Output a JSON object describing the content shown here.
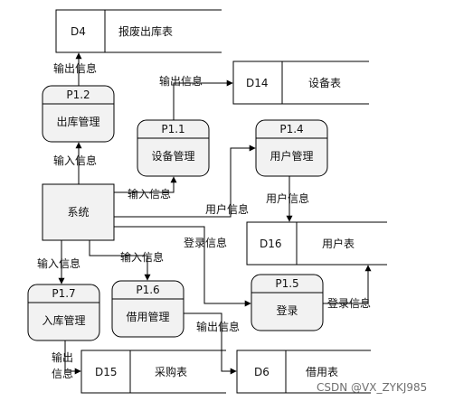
{
  "stores": [
    {
      "key": "d4",
      "id": "D4",
      "name": "报废出库表"
    },
    {
      "key": "d14",
      "id": "D14",
      "name": "设备表"
    },
    {
      "key": "d16",
      "id": "D16",
      "name": "用户表"
    },
    {
      "key": "d15",
      "id": "D15",
      "name": "采购表"
    },
    {
      "key": "d6",
      "id": "D6",
      "name": "借用表"
    }
  ],
  "processes": [
    {
      "key": "p12",
      "id": "P1.2",
      "name": "出库管理"
    },
    {
      "key": "p11",
      "id": "P1.1",
      "name": "设备管理"
    },
    {
      "key": "p14",
      "id": "P1.4",
      "name": "用户管理"
    },
    {
      "key": "p17",
      "id": "P1.7",
      "name": "入库管理"
    },
    {
      "key": "p16",
      "id": "P1.6",
      "name": "借用管理"
    },
    {
      "key": "p15",
      "id": "P1.5",
      "name": "登录"
    }
  ],
  "entity": {
    "name": "系统"
  },
  "flows": {
    "p12_to_d4": "输出信息",
    "sys_to_p12": "输入信息",
    "p11_to_d14": "输出信息",
    "sys_to_p11": "输入信息",
    "sys_to_p14": "用户信息",
    "p14_to_d16": "用户信息",
    "sys_to_p15": "登录信息",
    "p15_to_d16": "登录信息",
    "sys_to_p17": "输入信息",
    "sys_to_p16": "输入信息",
    "p16_to_d6": "输出信息",
    "p17_to_d15_line1": "输出",
    "p17_to_d15_line2": "信息"
  },
  "watermark": "CSDN @VX_ZYKJ985",
  "colors": {
    "stroke": "#000000",
    "process_fill": "#f2f2f2",
    "store_fill": "#ffffff"
  }
}
